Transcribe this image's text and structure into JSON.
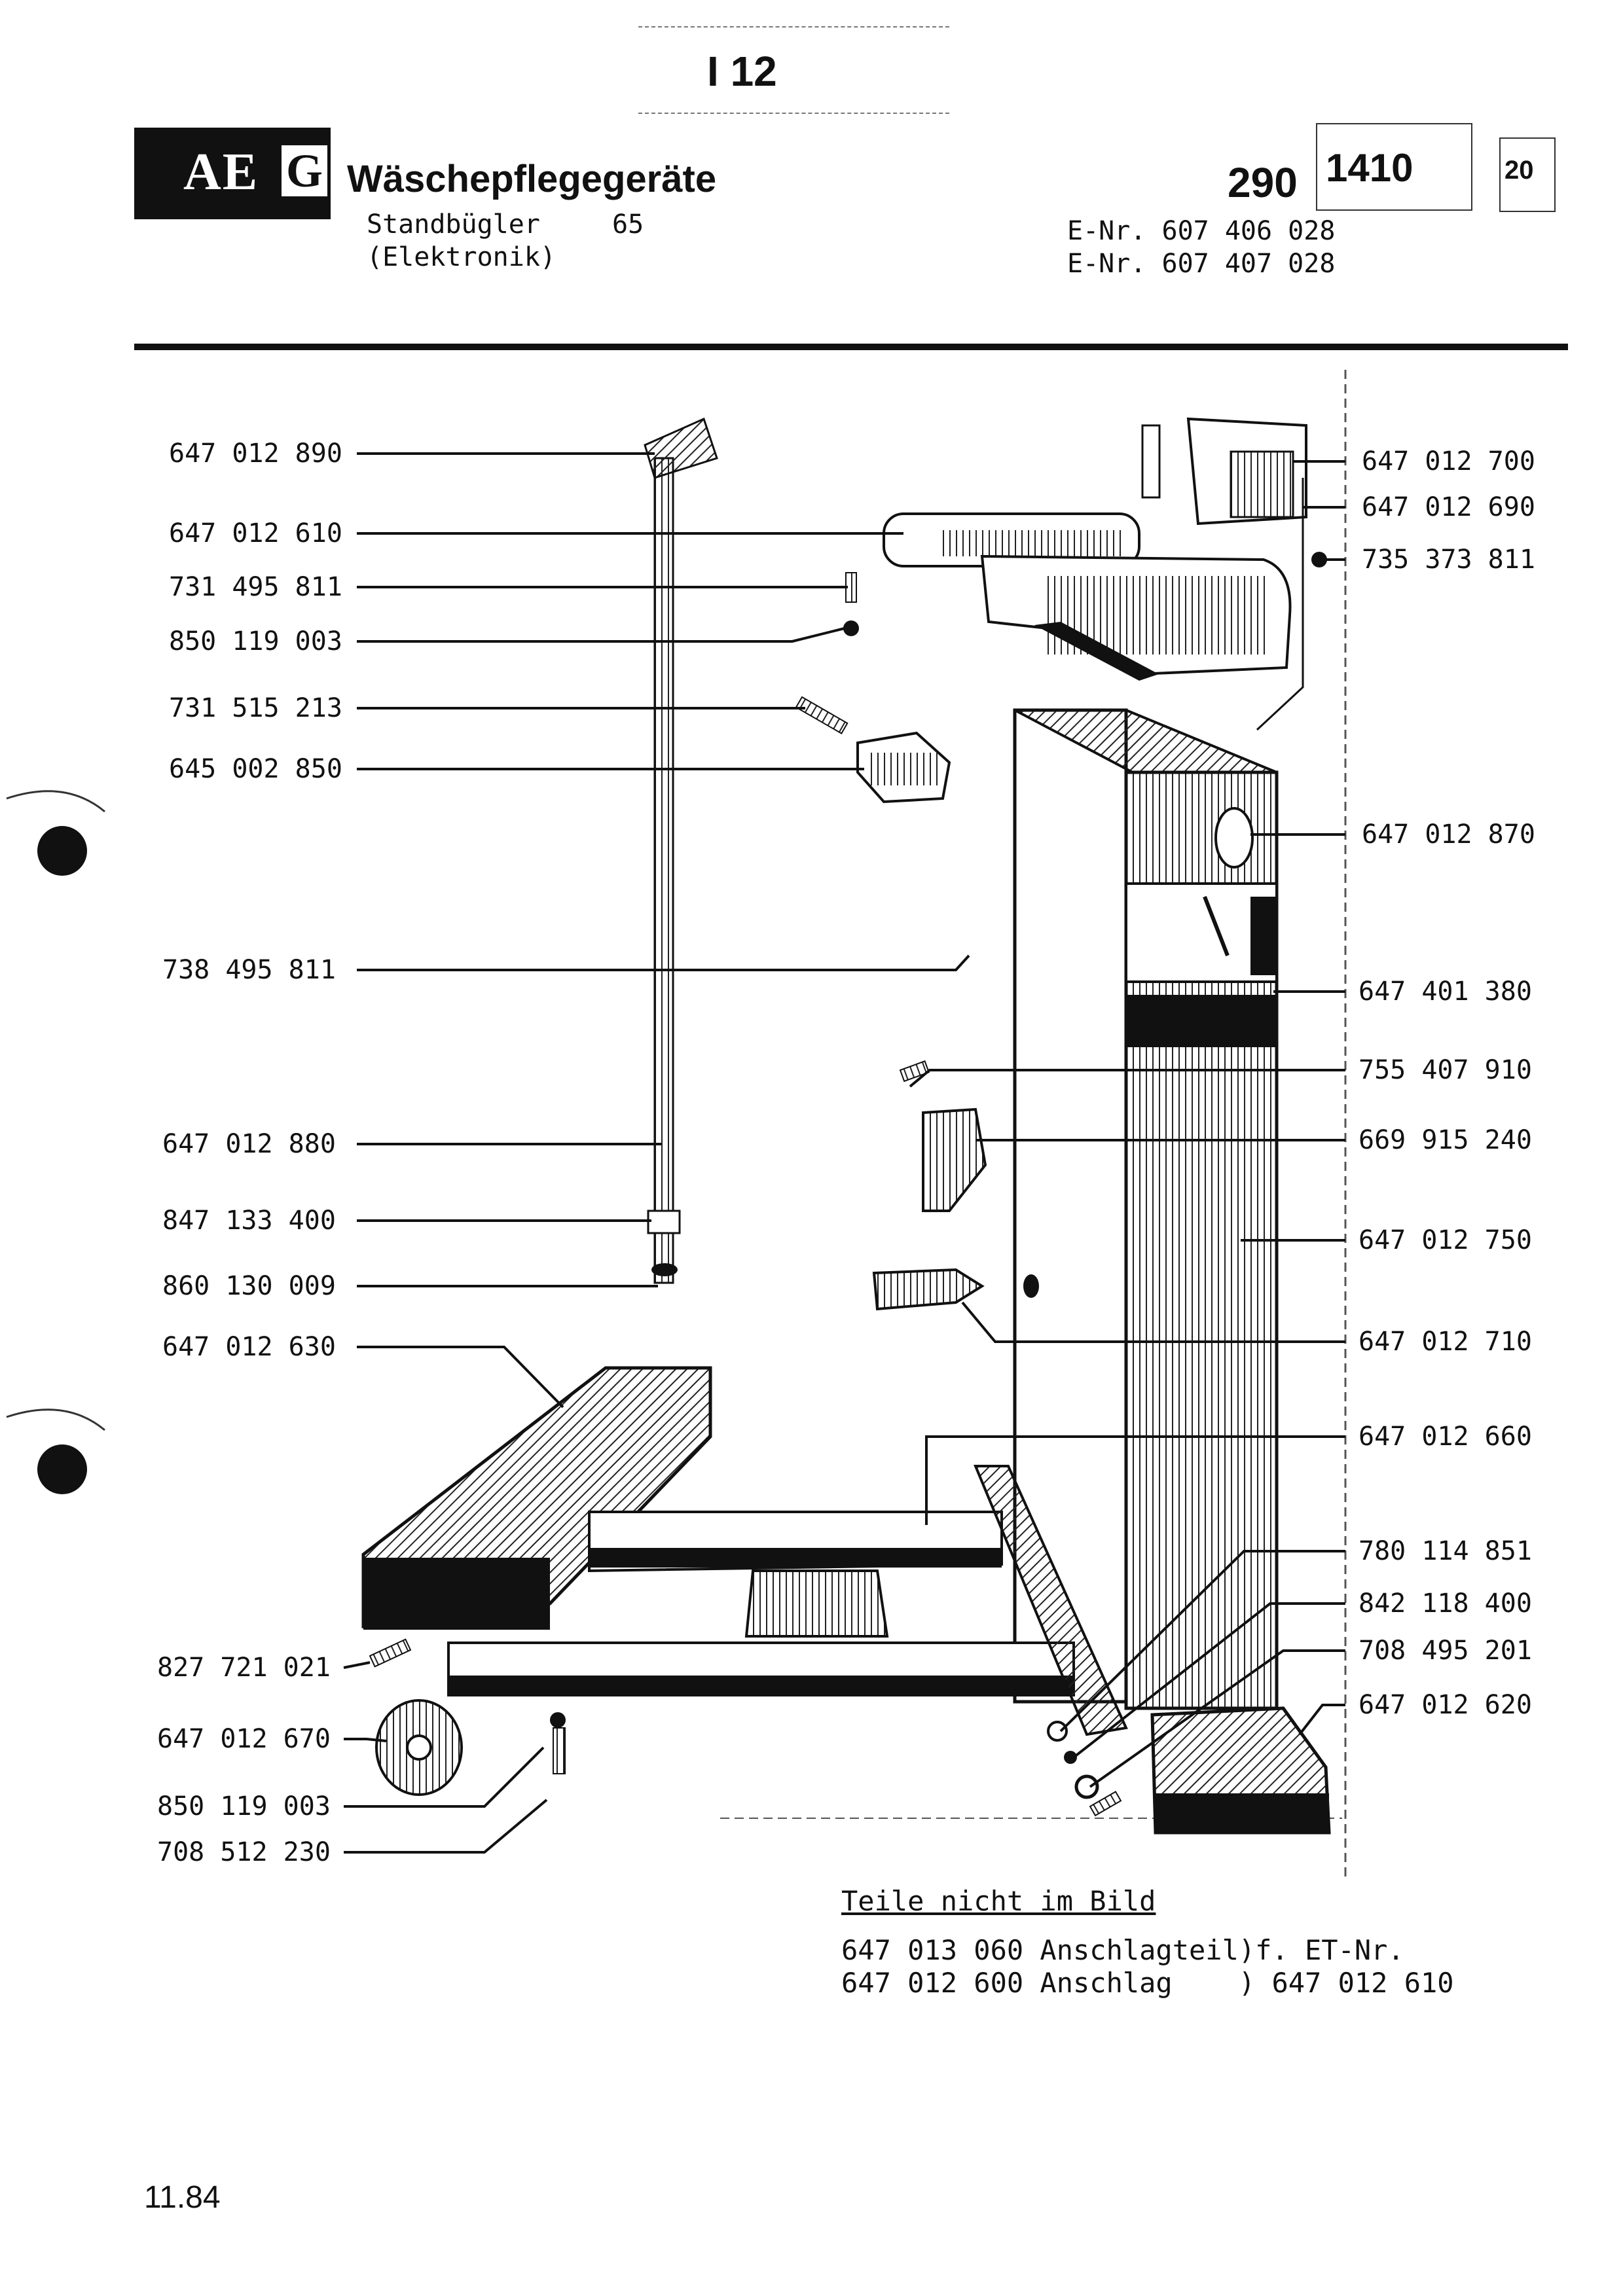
{
  "header": {
    "section": "I 12",
    "brand": "AEG",
    "category": "Wäschepflegegeräte",
    "model": "Standbügler",
    "model_number": "65",
    "variant": "(Elektronik)",
    "sheet_group": "290",
    "sheet_number": "1410",
    "sheet_page": "20",
    "e_numbers": [
      "E-Nr. 607 406 028",
      "E-Nr. 607 407 028"
    ]
  },
  "parts_left": [
    "647 012 890",
    "647 012 610",
    "731 495 811",
    "850 119 003",
    "731 515 213",
    "645 002 850",
    "738 495 811",
    "647 012 880",
    "847 133 400",
    "860 130 009",
    "647 012 630",
    "827 721 021",
    "647 012 670",
    "850 119 003",
    "708 512 230"
  ],
  "parts_right": [
    "647 012 700",
    "647 012 690",
    "735 373 811",
    "647 012 870",
    "647 401 380",
    "755 407 910",
    "669 915 240",
    "647 012 750",
    "647 012 710",
    "647 012 660",
    "780 114 851",
    "842 118 400",
    "708 495 201",
    "647 012 620"
  ],
  "notes": {
    "title": "Teile nicht im Bild",
    "lines": [
      "647 013 060 Anschlagteil)f. ET-Nr.",
      "647 012 600 Anschlag    ) 647 012 610"
    ]
  },
  "footer": {
    "date": "11.84"
  }
}
